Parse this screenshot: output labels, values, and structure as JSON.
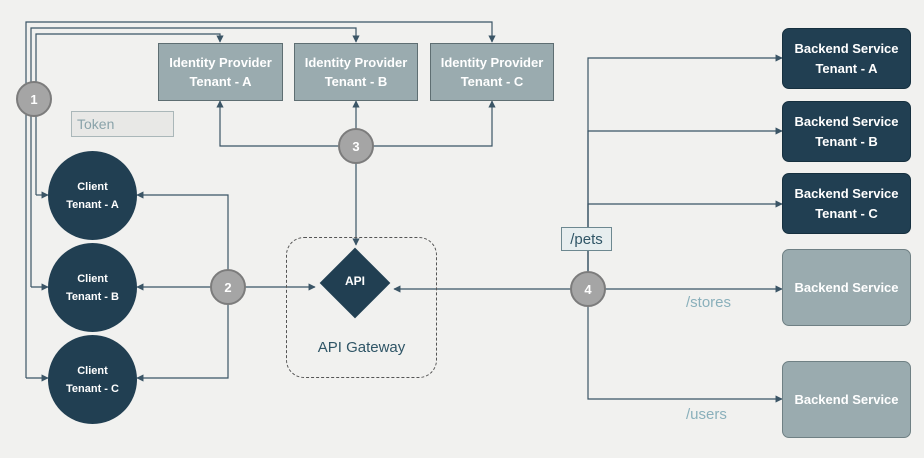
{
  "identity_providers": [
    {
      "line1": "Identity Provider",
      "line2": "Tenant - A"
    },
    {
      "line1": "Identity Provider",
      "line2": "Tenant - B"
    },
    {
      "line1": "Identity Provider",
      "line2": "Tenant - C"
    }
  ],
  "clients": [
    {
      "line1": "Client",
      "line2": "Tenant - A"
    },
    {
      "line1": "Client",
      "line2": "Tenant - B"
    },
    {
      "line1": "Client",
      "line2": "Tenant - C"
    }
  ],
  "backend_services": [
    {
      "line1": "Backend Service",
      "line2": "Tenant - A"
    },
    {
      "line1": "Backend Service",
      "line2": "Tenant - B"
    },
    {
      "line1": "Backend Service",
      "line2": "Tenant - C"
    },
    {
      "line1": "Backend Service",
      "line2": ""
    },
    {
      "line1": "Backend Service",
      "line2": ""
    }
  ],
  "steps": [
    "1",
    "2",
    "3",
    "4"
  ],
  "token_label": "Token",
  "api_label": "API",
  "gateway_label": "API Gateway",
  "routes": {
    "pets": "/pets",
    "stores": "/stores",
    "users": "/users"
  },
  "colors": {
    "dark": "#213f52",
    "light": "#9aabaf",
    "step": "#a5a5a5",
    "line": "#3b5566",
    "route_text": "#8ab0bb",
    "background": "#f1f1ef"
  }
}
